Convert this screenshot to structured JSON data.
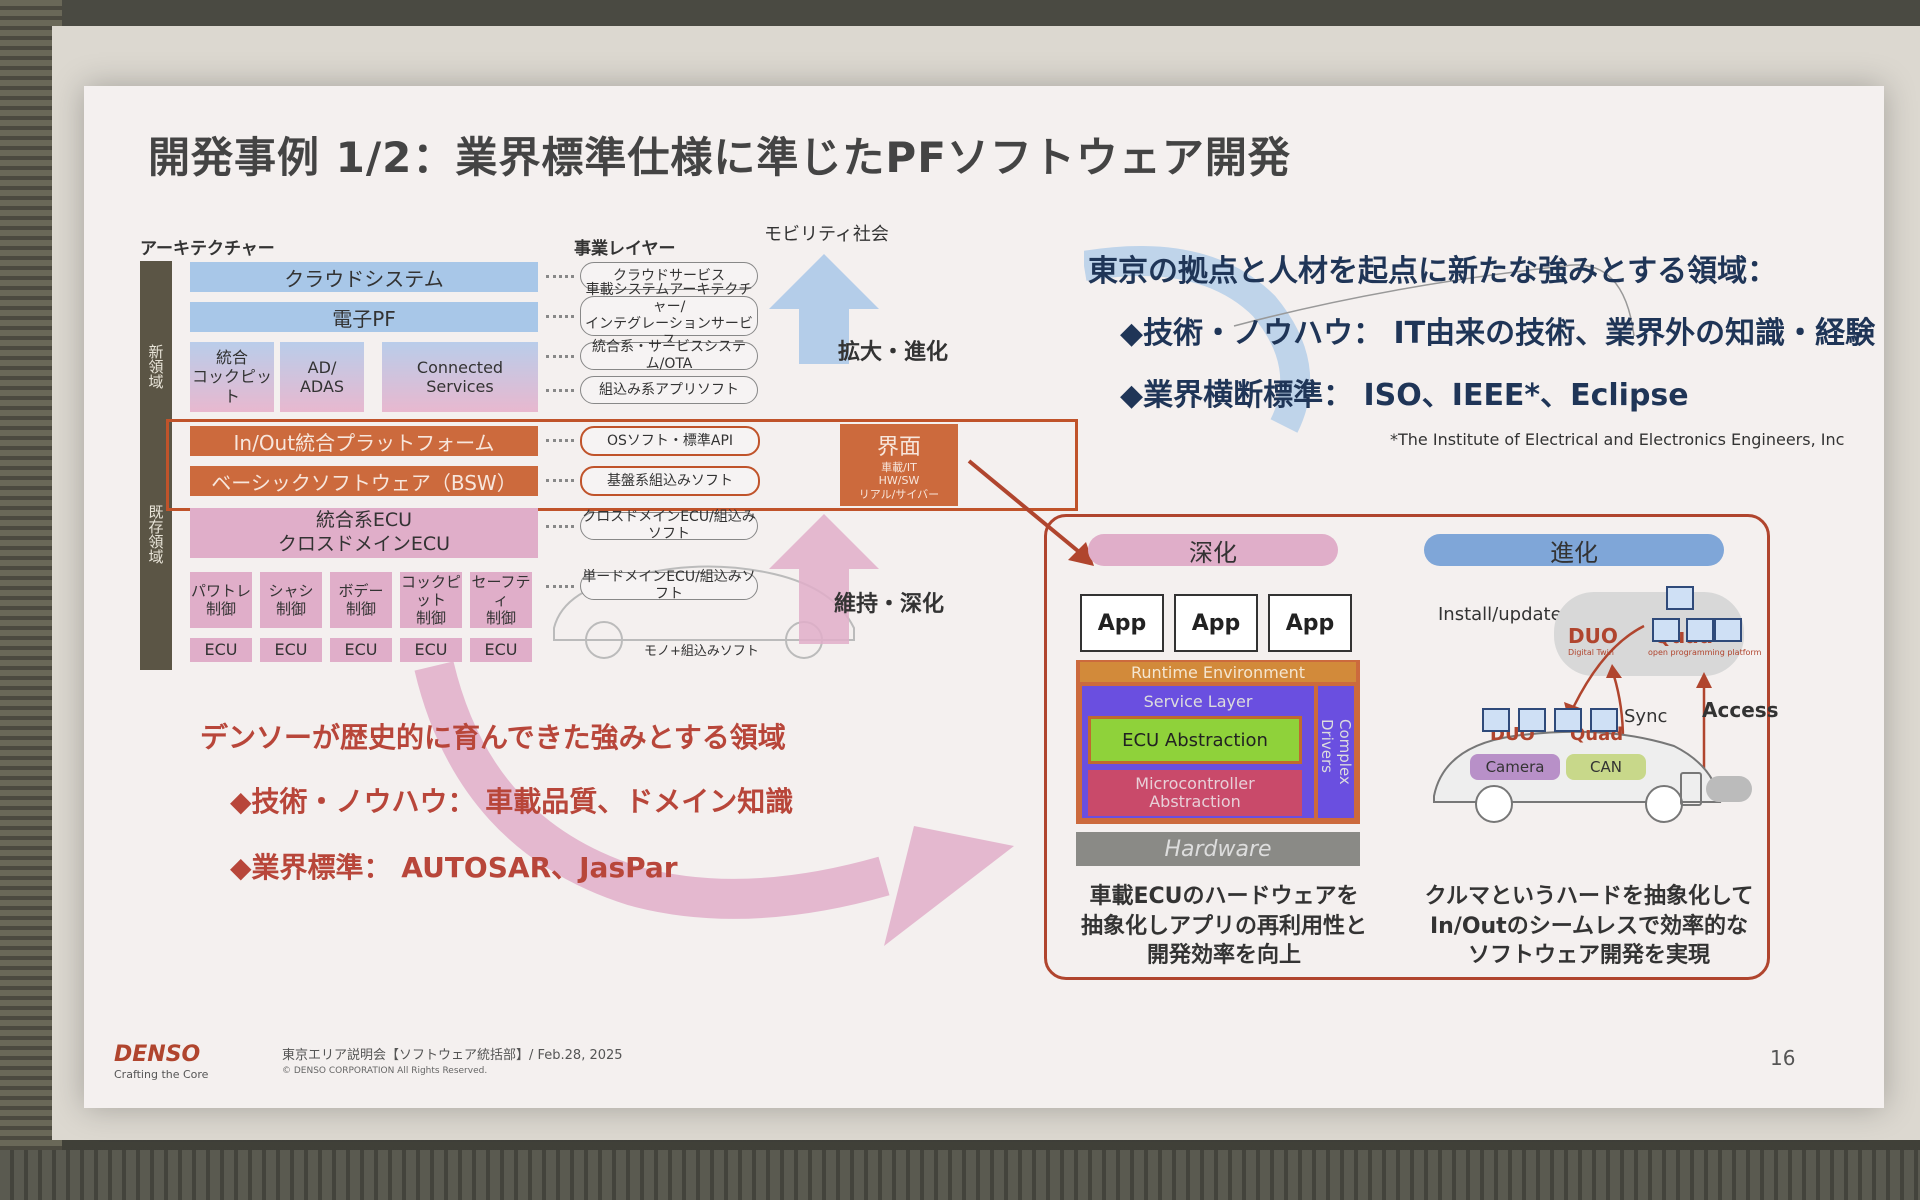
{
  "slide": {
    "title": "開発事例 1/2：業界標準仕様に準じたPFソフトウェア開発",
    "page_number": "16",
    "footer_event": "東京エリア説明会【ソフトウェア統括部】/ Feb.28, 2025",
    "footer_copyright": "© DENSO CORPORATION All Rights Reserved.",
    "brand": "DENSO",
    "brand_tagline": "Crafting the Core"
  },
  "architecture": {
    "heading": "アーキテクチャー",
    "new_domain": "新領域",
    "existing_domain": "既存領域",
    "cloud_system": "クラウドシステム",
    "electronic_pf": "電子PF",
    "cockpit": "統合\nコックピット",
    "adas": "AD/\nADAS",
    "connected": "Connected\nServices",
    "inout_platform": "In/Out統合プラットフォーム",
    "bsw": "ベーシックソフトウェア（BSW）",
    "integrated_ecu": "統合系ECU\nクロスドメインECU",
    "domains": [
      "パワトレ\n制御",
      "シャシ\n制御",
      "ボデー\n制御",
      "コックピット\n制御",
      "セーフティ\n制御"
    ],
    "ecu_label": "ECU"
  },
  "business_layer": {
    "heading": "事業レイヤー",
    "items": [
      "クラウドサービス",
      "車載システムアーキテクチャー/\nインテグレーションサービス",
      "統合系・サービスシステム/OTA",
      "組込み系アプリソフト",
      "OSソフト・標準API",
      "基盤系組込みソフト",
      "クロスドメインECU/組込みソフト",
      "単ードメインECU/組込みソフト"
    ],
    "mono_label": "モノ+組込みソフト"
  },
  "center": {
    "mobility": "モビリティ社会",
    "expand": "拡大・進化",
    "maintain": "維持・深化",
    "interface_title": "界面",
    "interface_sub": "車載/IT\nHW/SW\nリアル/サイバー"
  },
  "tokyo": {
    "heading": "東京の拠点と人材を起点に新たな強みとする領域：",
    "tech": "◆技術・ノウハウ：  IT由来の技術、業界外の知識・経験",
    "standard": "◆業界横断標準：  ISO、IEEE*、Eclipse",
    "footnote": "*The Institute of Electrical and Electronics Engineers, Inc"
  },
  "denso_history": {
    "heading": "デンソーが歴史的に育んできた強みとする領域",
    "tech": "◆技術・ノウハウ：  車載品質、ドメイン知識",
    "standard": "◆業界標準：  AUTOSAR、JasPar"
  },
  "deepen": {
    "label": "深化",
    "apps": [
      "App",
      "App",
      "App"
    ],
    "runtime": "Runtime Environment",
    "service": "Service Layer",
    "ecu_abs": "ECU Abstraction",
    "mcu_abs": "Microcontroller\nAbstraction",
    "complex": "Complex\nDrivers",
    "hardware": "Hardware",
    "caption": "車載ECUのハードウェアを\n抽象化しアプリの再利用性と\n開発効率を向上"
  },
  "evolve": {
    "label": "進化",
    "install": "Install/update",
    "sync": "Sync",
    "access": "Access",
    "duo": "DUO",
    "duo_sub": "Digital Twin",
    "quad": "Quad",
    "quad_sub": "open programming platform",
    "camera": "Camera",
    "can": "CAN",
    "caption": "クルマというハードを抽象化して\nIn/Outのシームレスで効率的な\nソフトウェア開発を実現"
  }
}
